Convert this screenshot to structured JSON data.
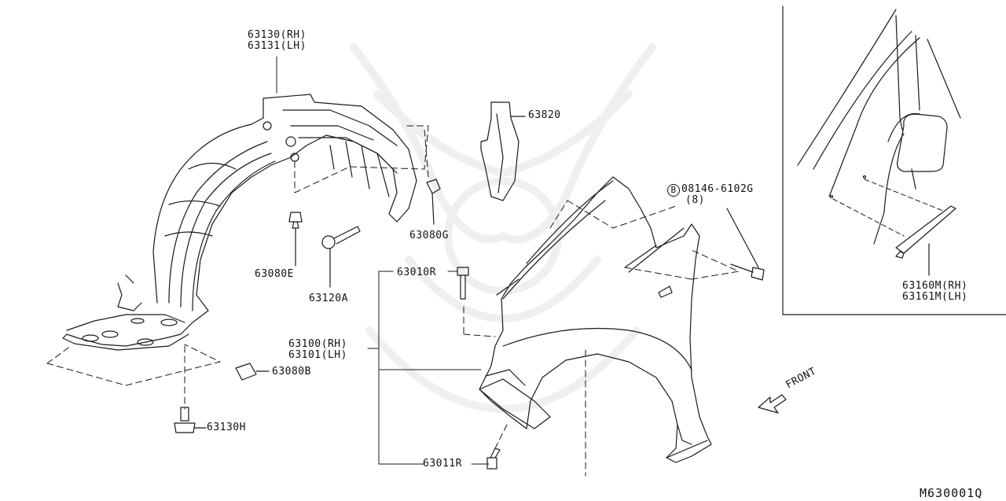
{
  "figure_id": "M630001Q",
  "direction_label": "FRONT",
  "callouts": {
    "housing_rh": "63130(RH)",
    "housing_lh": "63131(LH)",
    "clip_e": "63080E",
    "screw_a": "63120A",
    "clip_g": "63080G",
    "bracket": "63820",
    "bolt_symbol": "B",
    "bolt_part": "08146-6102G",
    "bolt_qty": "(8)",
    "bolt_r": "63010R",
    "fender_rh": "63100(RH)",
    "fender_lh": "63101(LH)",
    "nut_b": "63080B",
    "screw_h": "63130H",
    "bolt_r2": "63011R",
    "garnish_rh": "63160M(RH)",
    "garnish_lh": "63161M(LH)"
  }
}
